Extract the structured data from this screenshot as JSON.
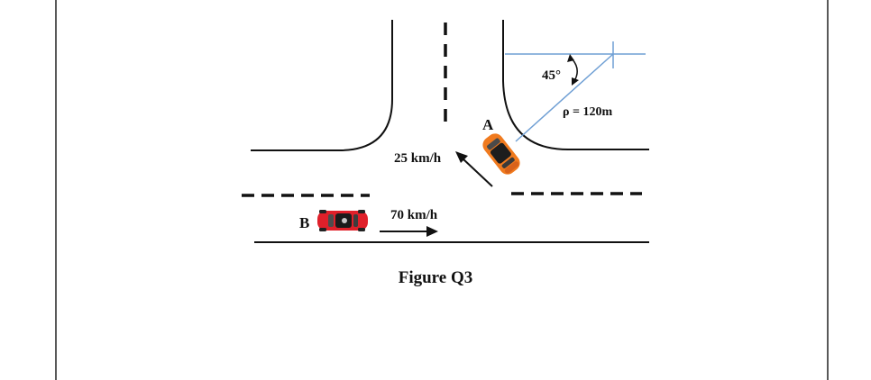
{
  "labels": {
    "car_a": "A",
    "car_b": "B",
    "speed_a": "25 km/h",
    "speed_b": "70 km/h",
    "angle": "45°",
    "radius": "ρ = 120m"
  },
  "caption": "Figure Q3",
  "colors": {
    "ink": "#111111",
    "radius_line": "#6f9fd4",
    "car_a_body": "#f07a1e",
    "car_b_body": "#e0202a",
    "page_background": "#ffffff"
  }
}
